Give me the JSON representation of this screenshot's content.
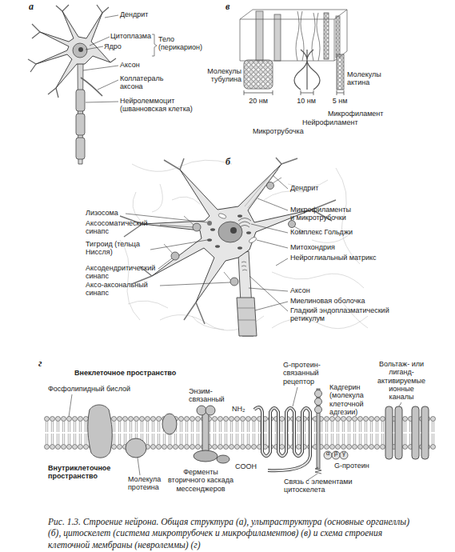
{
  "diagram": {
    "caption": "Рис. 1.3. Строение нейрона. Общая структура (а), ультраструктура (основные органеллы) (б), цитоскелет (система микротрубочек и микрофиламентов) (в) и схема строения клеточной мембраны (невролеммы) (г)",
    "labels": [
      "а",
      "Дендрит",
      "Цитоплазма",
      "Ядро",
      "Тело (перикарион)",
      "Аксон",
      "Коллатераль аксона",
      "Нейролеммоцит (шванновская клетка)",
      "в",
      "Молекулы тубулина",
      "Молекулы актина",
      "20 нм",
      "10 нм",
      "5 нм",
      "Микрофиламент",
      "Нейрофиламент",
      "Микротрубочка",
      "б",
      "Дендрит",
      "Лизосома",
      "Аксосоматический синапс",
      "Тигроид (тельца Ниссля)",
      "Аксодендритический синапс",
      "Аксо-аксональный синапс",
      "Микрофиламенты и микротрубочки",
      "Комплекс Гольджи",
      "Митохондрия",
      "Нейроглиальный матрикс",
      "Аксон",
      "Миелиновая оболочка",
      "Гладкий эндоплазматический ретикулум",
      "г",
      "Внеклеточное пространство",
      "Фосфолипидный бислой",
      "Внутриклеточное пространство",
      "Молекула протеина",
      "Энзим-связанный",
      "NH₂",
      "COOH",
      "Ферменты вторичного каскада мессенджеров",
      "G-протеин-связанный рецептор",
      "Кадгерин (молекула клеточной адгезии)",
      "α",
      "β",
      "γ",
      "G-протеин",
      "Связь с элементами цитоскелета",
      "Вольтаж- или лиганд-активируемые ионные каналы"
    ]
  }
}
